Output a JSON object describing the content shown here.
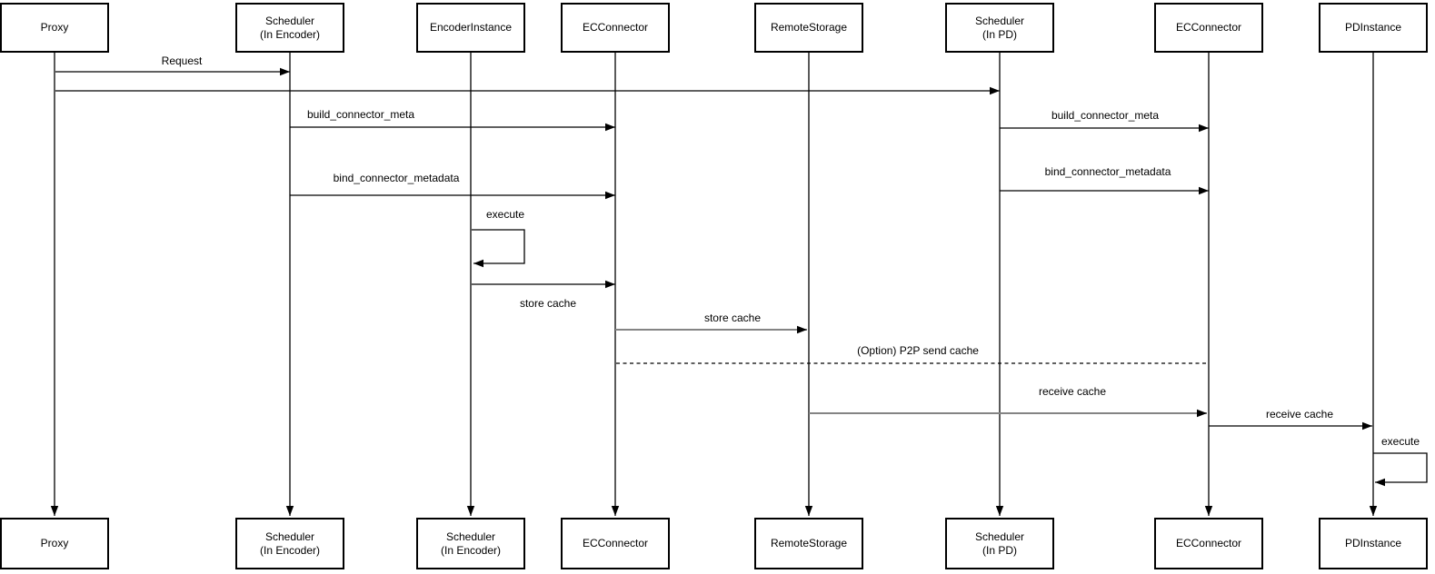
{
  "colors": {
    "background": "#ffffff",
    "stroke": "#000000",
    "muted_line": "#848484"
  },
  "actors": [
    {
      "top": "Proxy",
      "bottom": "Proxy"
    },
    {
      "top": "Scheduler\n(In Encoder)",
      "bottom": "Scheduler\n(In Encoder)"
    },
    {
      "top": "EncoderInstance",
      "bottom": "Scheduler\n(In Encoder)"
    },
    {
      "top": "ECConnector",
      "bottom": "ECConnector"
    },
    {
      "top": "RemoteStorage",
      "bottom": "RemoteStorage"
    },
    {
      "top": "Scheduler\n(In PD)",
      "bottom": "Scheduler\n(In PD)"
    },
    {
      "top": "ECConnector",
      "bottom": "ECConnector"
    },
    {
      "top": "PDInstance",
      "bottom": "PDInstance"
    }
  ],
  "messages": {
    "request": "Request",
    "build_connector_meta_encoder": "build_connector_meta",
    "bind_connector_metadata_encoder": "bind_connector_metadata",
    "execute_encoder": "execute",
    "store_cache_encoder_to_ec": "store cache",
    "store_cache_ec_to_remote": "store cache",
    "p2p_send_cache": "(Option) P2P send cache",
    "build_connector_meta_pd": "build_connector_meta",
    "bind_connector_metadata_pd": "bind_connector_metadata",
    "receive_cache_remote_to_ec": "receive cache",
    "receive_cache_ec_to_pd": "receive cache",
    "execute_pd": "execute"
  }
}
